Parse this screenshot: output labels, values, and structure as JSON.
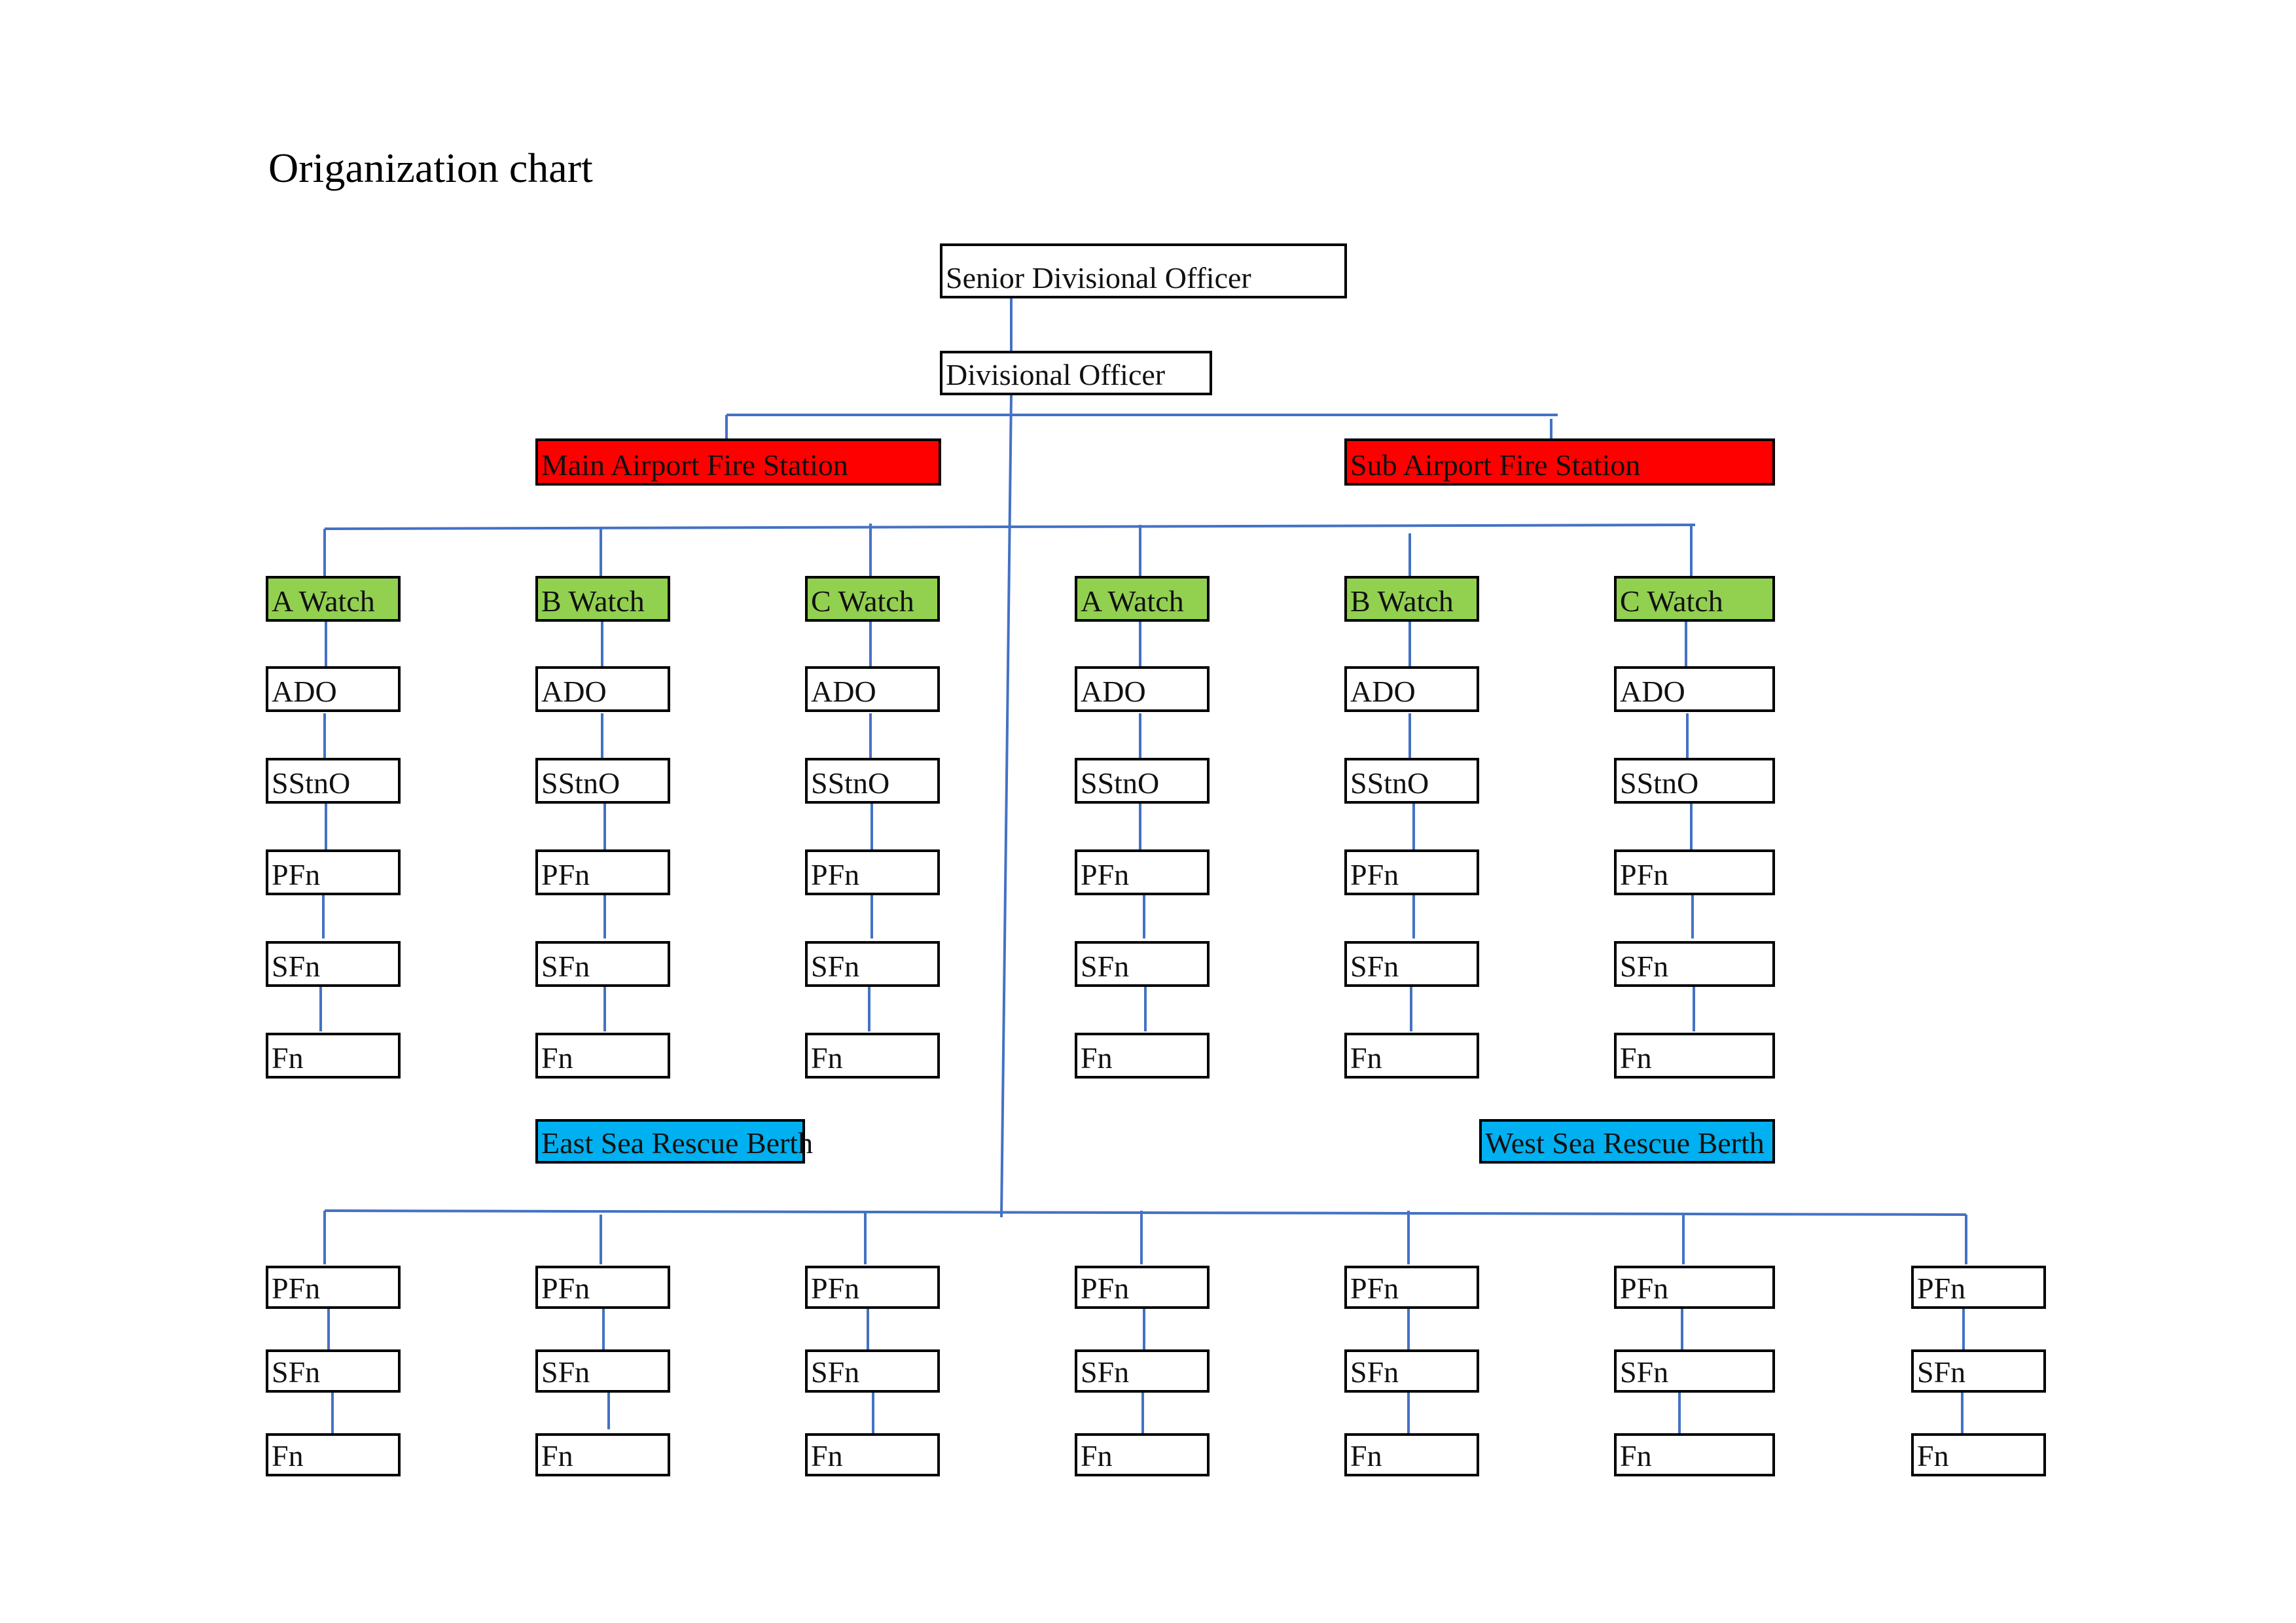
{
  "title": "Origanization chart",
  "colors": {
    "station": "#ff0000",
    "watch": "#92d050",
    "berth": "#00b0f0",
    "connector": "#4472c4",
    "border": "#000000"
  },
  "top": {
    "senior": "Senior Divisional Officer",
    "divisional": "Divisional Officer"
  },
  "stations": {
    "main": "Main Airport Fire Station",
    "sub": "Sub Airport Fire Station"
  },
  "watches": [
    {
      "name": "A Watch",
      "ranks": [
        "ADO",
        "SStnO",
        "PFn",
        "SFn",
        "Fn"
      ]
    },
    {
      "name": "B Watch",
      "ranks": [
        "ADO",
        "SStnO",
        "PFn",
        "SFn",
        "Fn"
      ]
    },
    {
      "name": "C Watch",
      "ranks": [
        "ADO",
        "SStnO",
        "PFn",
        "SFn",
        "Fn"
      ]
    },
    {
      "name": "A Watch",
      "ranks": [
        "ADO",
        "SStnO",
        "PFn",
        "SFn",
        "Fn"
      ]
    },
    {
      "name": "B Watch",
      "ranks": [
        "ADO",
        "SStnO",
        "PFn",
        "SFn",
        "Fn"
      ]
    },
    {
      "name": "C Watch",
      "ranks": [
        "ADO",
        "SStnO",
        "PFn",
        "SFn",
        "Fn"
      ]
    }
  ],
  "berths": {
    "east": "East Sea Rescue Berth",
    "west": "West Sea Rescue Berth"
  },
  "crews": [
    [
      "PFn",
      "SFn",
      "Fn"
    ],
    [
      "PFn",
      "SFn",
      "Fn"
    ],
    [
      "PFn",
      "SFn",
      "Fn"
    ],
    [
      "PFn",
      "SFn",
      "Fn"
    ],
    [
      "PFn",
      "SFn",
      "Fn"
    ],
    [
      "PFn",
      "SFn",
      "Fn"
    ],
    [
      "PFn",
      "SFn",
      "Fn"
    ]
  ]
}
